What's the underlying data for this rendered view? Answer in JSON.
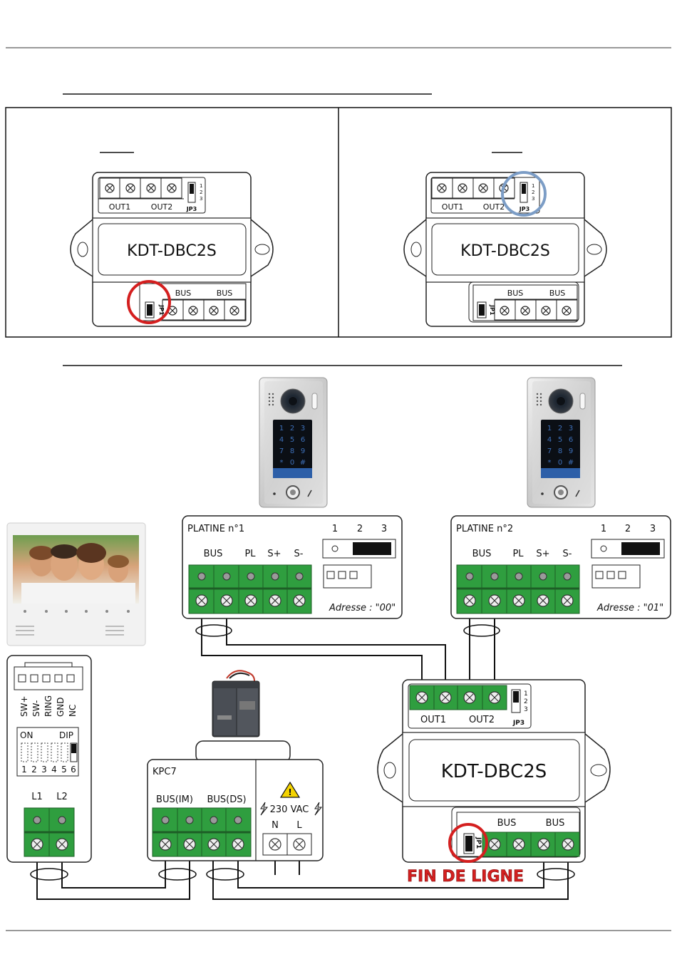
{
  "dbc_top": {
    "left": {
      "model": "KDT-DBC2S",
      "out_labels": [
        "OUT1",
        "OUT2"
      ],
      "jp3_label": "JP3",
      "jp3_pins": [
        "1",
        "2",
        "3"
      ],
      "bus_labels": [
        "BUS",
        "BUS"
      ],
      "jp1_label": "JP1"
    },
    "right": {
      "model": "KDT-DBC2S",
      "out_labels": [
        "OUT1",
        "OUT2"
      ],
      "jp3_label": "JP3",
      "jp3_pins": [
        "1",
        "2",
        "3"
      ],
      "bus_labels": [
        "BUS",
        "BUS"
      ],
      "jp1_label": "JP1"
    }
  },
  "keypads": {
    "platine1": [
      "1",
      "2",
      "3",
      "4",
      "5",
      "6",
      "7",
      "8",
      "9",
      "*",
      "0",
      "#"
    ],
    "platine2": [
      "1",
      "2",
      "3",
      "4",
      "5",
      "6",
      "7",
      "8",
      "9",
      "*",
      "0",
      "#"
    ]
  },
  "platine1": {
    "title": "PLATINE n°1",
    "terminals": [
      "BUS",
      "PL",
      "S+",
      "S-"
    ],
    "switch_pins": [
      "1",
      "2",
      "3"
    ],
    "address": "Adresse : \"00\""
  },
  "platine2": {
    "title": "PLATINE n°2",
    "terminals": [
      "BUS",
      "PL",
      "S+",
      "S-"
    ],
    "switch_pins": [
      "1",
      "2",
      "3"
    ],
    "address": "Adresse : \"01\""
  },
  "monitor": {
    "connector_labels": [
      "SW+",
      "SW-",
      "RING",
      "GND",
      "NC"
    ],
    "dip_on": "ON",
    "dip_title": "DIP",
    "dip_numbers": [
      "1",
      "2",
      "3",
      "4",
      "5",
      "6"
    ],
    "line_labels": [
      "L1",
      "L2"
    ]
  },
  "kpc7": {
    "title": "KPC7",
    "bus_im": "BUS(IM)",
    "bus_ds": "BUS(DS)",
    "voltage": "230 VAC",
    "mains": [
      "N",
      "L"
    ]
  },
  "dbc_main": {
    "model": "KDT-DBC2S",
    "out_labels": [
      "OUT1",
      "OUT2"
    ],
    "jp3_label": "JP3",
    "jp3_pins": [
      "1",
      "2",
      "3"
    ],
    "bus_labels": [
      "BUS",
      "BUS"
    ],
    "jp1_label": "JP1",
    "end_of_line": "FIN DE LIGNE"
  },
  "colors": {
    "terminal_green": "#2f9e3f",
    "highlight_red": "#d41f1f",
    "highlight_blue": "#7c9dc6",
    "end_of_line_red": "#d42020",
    "warning_yellow": "#f4d300"
  }
}
